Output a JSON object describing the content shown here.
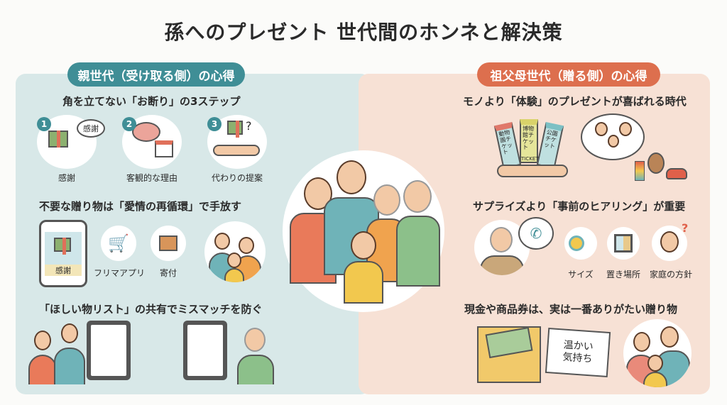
{
  "title": "孫へのプレゼント 世代間のホンネと解決策",
  "left": {
    "header": "親世代（受け取る側）の心得",
    "section1": {
      "heading": "角を立てない「お断り」の3ステップ",
      "steps": [
        {
          "number": "1",
          "label": "感謝",
          "bubble": "感謝",
          "icon": "gift-in-hand-icon"
        },
        {
          "number": "2",
          "label": "客観的な理由",
          "icon": "brain-house-icon"
        },
        {
          "number": "3",
          "label": "代わりの提案",
          "icon": "handshake-icon",
          "mark": "?"
        }
      ]
    },
    "section2": {
      "heading": "不要な贈り物は「愛情の再循環」で手放す",
      "phone_text": "感謝",
      "items": [
        {
          "label": "フリマアプリ",
          "icon": "shopping-cart-icon"
        },
        {
          "label": "寄付",
          "icon": "cardboard-box-icon"
        }
      ]
    },
    "section3": {
      "heading": "「ほしい物リスト」の共有でミスマッチを防ぐ"
    }
  },
  "right": {
    "header": "祖父母世代（贈る側）の心得",
    "section1": {
      "heading": "モノより「体験」のプレゼントが喜ばれる時代",
      "tickets": [
        {
          "title": "動物園チケット",
          "color": "#e0786a"
        },
        {
          "title": "博物館チケット",
          "color": "#d9d36a"
        },
        {
          "title": "公園チケット",
          "color": "#7cc0c4"
        }
      ],
      "ticket_word": "TICKET"
    },
    "section2": {
      "heading": "サプライズより「事前のヒアリング」が重要",
      "items": [
        {
          "label": "サイズ",
          "icon": "tape-measure-icon"
        },
        {
          "label": "置き場所",
          "icon": "floor-plan-icon"
        },
        {
          "label": "家庭の方針",
          "icon": "woman-question-icon"
        }
      ]
    },
    "section3": {
      "heading": "現金や商品券は、実は一番ありがたい贈り物",
      "card_text": "温かい気持ち"
    }
  },
  "colors": {
    "teal": "#3f8e96",
    "coral": "#dd6f4e",
    "left_bg": "#d8e8e8",
    "right_bg": "#f7e1d5"
  }
}
